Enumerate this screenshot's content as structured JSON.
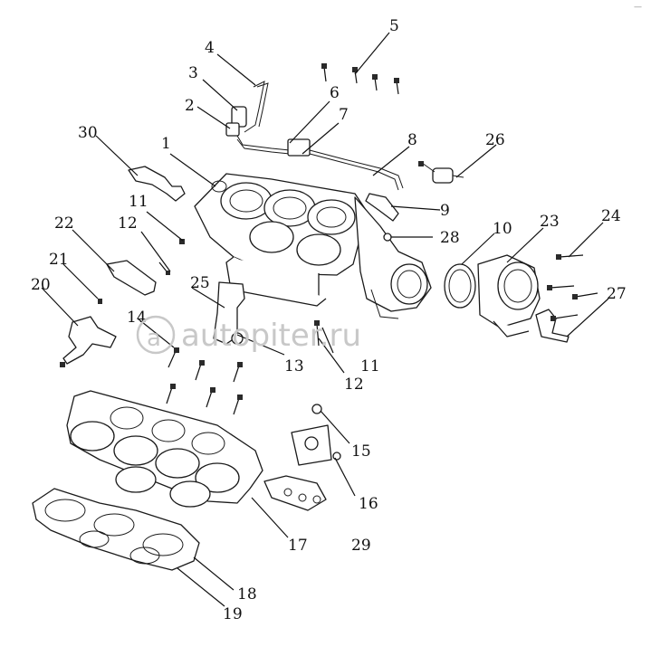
{
  "watermark": {
    "text": "autopiter.ru",
    "symbol": "a"
  },
  "corner_mark": "—",
  "callouts": [
    {
      "id": "c1",
      "label": "1"
    },
    {
      "id": "c2",
      "label": "2"
    },
    {
      "id": "c3",
      "label": "3"
    },
    {
      "id": "c4",
      "label": "4"
    },
    {
      "id": "c5",
      "label": "5"
    },
    {
      "id": "c6",
      "label": "6"
    },
    {
      "id": "c7",
      "label": "7"
    },
    {
      "id": "c8",
      "label": "8"
    },
    {
      "id": "c9",
      "label": "9"
    },
    {
      "id": "c10",
      "label": "10"
    },
    {
      "id": "c11a",
      "label": "11"
    },
    {
      "id": "c11b",
      "label": "11"
    },
    {
      "id": "c12a",
      "label": "12"
    },
    {
      "id": "c12b",
      "label": "12"
    },
    {
      "id": "c13",
      "label": "13"
    },
    {
      "id": "c14",
      "label": "14"
    },
    {
      "id": "c15",
      "label": "15"
    },
    {
      "id": "c16",
      "label": "16"
    },
    {
      "id": "c17",
      "label": "17"
    },
    {
      "id": "c18",
      "label": "18"
    },
    {
      "id": "c19",
      "label": "19"
    },
    {
      "id": "c20",
      "label": "20"
    },
    {
      "id": "c21",
      "label": "21"
    },
    {
      "id": "c22",
      "label": "22"
    },
    {
      "id": "c23",
      "label": "23"
    },
    {
      "id": "c24",
      "label": "24"
    },
    {
      "id": "c25",
      "label": "25"
    },
    {
      "id": "c26",
      "label": "26"
    },
    {
      "id": "c27",
      "label": "27"
    },
    {
      "id": "c28",
      "label": "28"
    },
    {
      "id": "c29",
      "label": "29"
    },
    {
      "id": "c30",
      "label": "30"
    }
  ]
}
